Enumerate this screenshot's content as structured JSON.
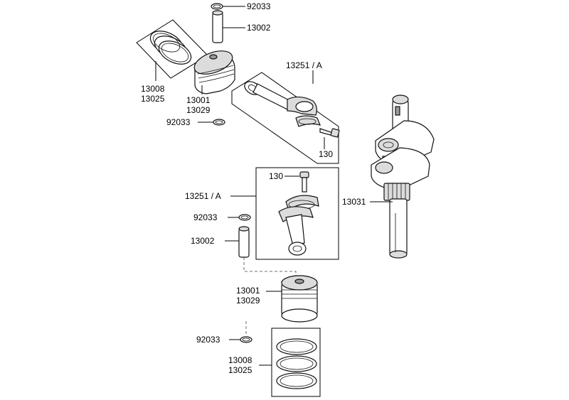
{
  "labels": {
    "pin_clip_top": "92033",
    "pin_top": "13002",
    "rings_top": [
      "13008",
      "13025"
    ],
    "piston_top": [
      "13001",
      "13029"
    ],
    "clip_top_lower": "92033",
    "rod_top": "13251 / A",
    "bolt_top": "130",
    "bolt_mid": "130",
    "rod_mid": "13251 / A",
    "clip_mid": "92033",
    "pin_mid": "13002",
    "crankshaft": "13031",
    "piston_bottom": [
      "13001",
      "13029"
    ],
    "clip_bottom": "92033",
    "rings_bottom": [
      "13008",
      "13025"
    ]
  }
}
